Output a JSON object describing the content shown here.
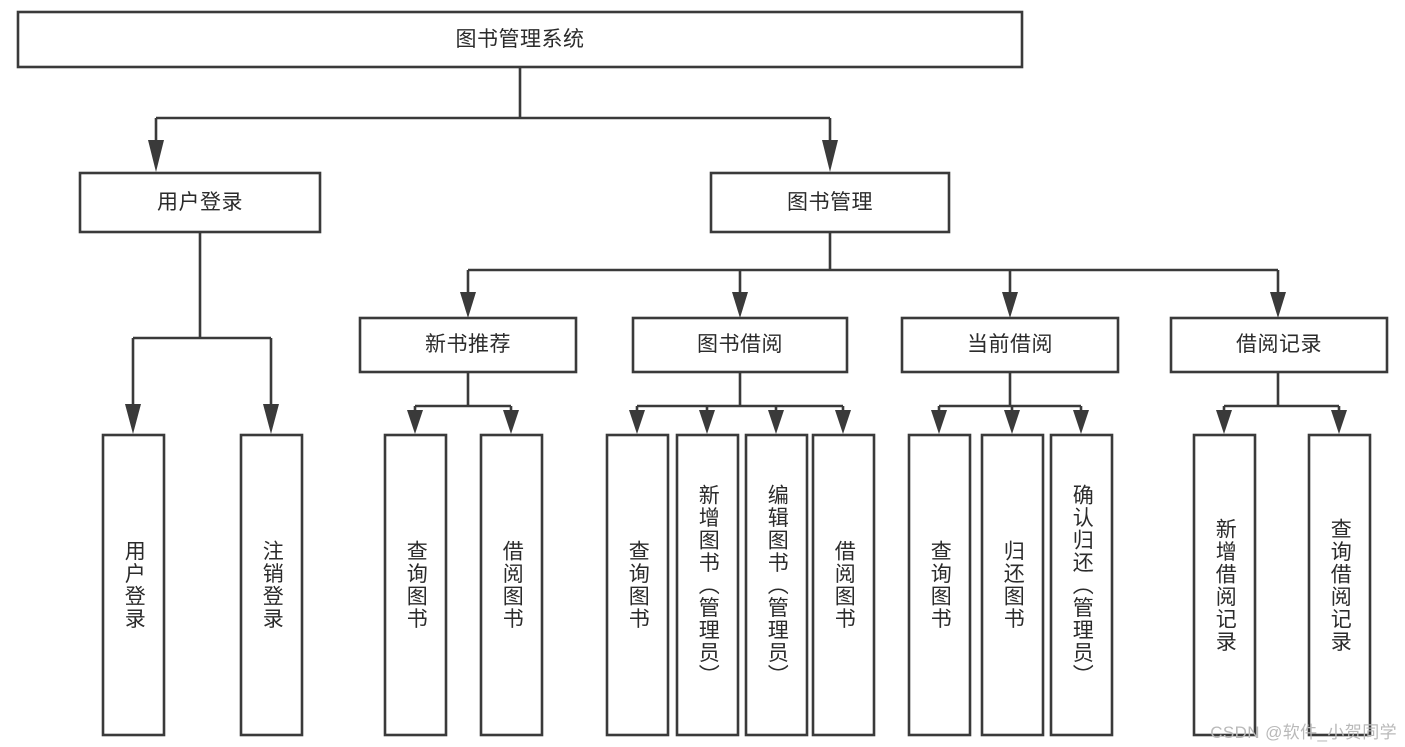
{
  "diagram": {
    "title": "图书管理系统",
    "watermark": "CSDN @软件_小贺同学",
    "colors": {
      "stroke": "#3a3a3a",
      "fill": "#ffffff",
      "text": "#2b2b2b",
      "watermark": "#b9b9b9"
    },
    "levels": {
      "root": "图书管理系统",
      "level1": [
        "用户登录",
        "图书管理"
      ],
      "level2": [
        "新书推荐",
        "图书借阅",
        "当前借阅",
        "借阅记录"
      ]
    },
    "nodes": {
      "root": {
        "label": "图书管理系统"
      },
      "user_login": {
        "label": "用户登录"
      },
      "book_manage": {
        "label": "图书管理"
      },
      "new_book_rec": {
        "label": "新书推荐"
      },
      "book_borrow": {
        "label": "图书借阅"
      },
      "current_borrow": {
        "label": "当前借阅"
      },
      "borrow_record": {
        "label": "借阅记录"
      },
      "leaf_user_login": {
        "label": "用户登录"
      },
      "leaf_logout": {
        "label": "注销登录"
      },
      "leaf_query_book_1": {
        "label": "查询图书"
      },
      "leaf_borrow_book_1": {
        "label": "借阅图书"
      },
      "leaf_query_book_2": {
        "label": "查询图书"
      },
      "leaf_add_book": {
        "label": "新增图书（管理员）"
      },
      "leaf_edit_book": {
        "label": "编辑图书（管理员）"
      },
      "leaf_borrow_book_2": {
        "label": "借阅图书"
      },
      "leaf_query_book_3": {
        "label": "查询图书"
      },
      "leaf_return_book": {
        "label": "归还图书"
      },
      "leaf_confirm_return": {
        "label": "确认归还（管理员）"
      },
      "leaf_add_record": {
        "label": "新增借阅记录"
      },
      "leaf_query_record": {
        "label": "查询借阅记录"
      }
    },
    "edges": [
      {
        "from": "root",
        "to": "user_login"
      },
      {
        "from": "root",
        "to": "book_manage"
      },
      {
        "from": "user_login",
        "to": "leaf_user_login"
      },
      {
        "from": "user_login",
        "to": "leaf_logout"
      },
      {
        "from": "book_manage",
        "to": "new_book_rec"
      },
      {
        "from": "book_manage",
        "to": "book_borrow"
      },
      {
        "from": "book_manage",
        "to": "current_borrow"
      },
      {
        "from": "book_manage",
        "to": "borrow_record"
      },
      {
        "from": "new_book_rec",
        "to": "leaf_query_book_1"
      },
      {
        "from": "new_book_rec",
        "to": "leaf_borrow_book_1"
      },
      {
        "from": "book_borrow",
        "to": "leaf_query_book_2"
      },
      {
        "from": "book_borrow",
        "to": "leaf_add_book"
      },
      {
        "from": "book_borrow",
        "to": "leaf_edit_book"
      },
      {
        "from": "book_borrow",
        "to": "leaf_borrow_book_2"
      },
      {
        "from": "current_borrow",
        "to": "leaf_query_book_3"
      },
      {
        "from": "current_borrow",
        "to": "leaf_return_book"
      },
      {
        "from": "current_borrow",
        "to": "leaf_confirm_return"
      },
      {
        "from": "borrow_record",
        "to": "leaf_add_record"
      },
      {
        "from": "borrow_record",
        "to": "leaf_query_record"
      }
    ]
  }
}
